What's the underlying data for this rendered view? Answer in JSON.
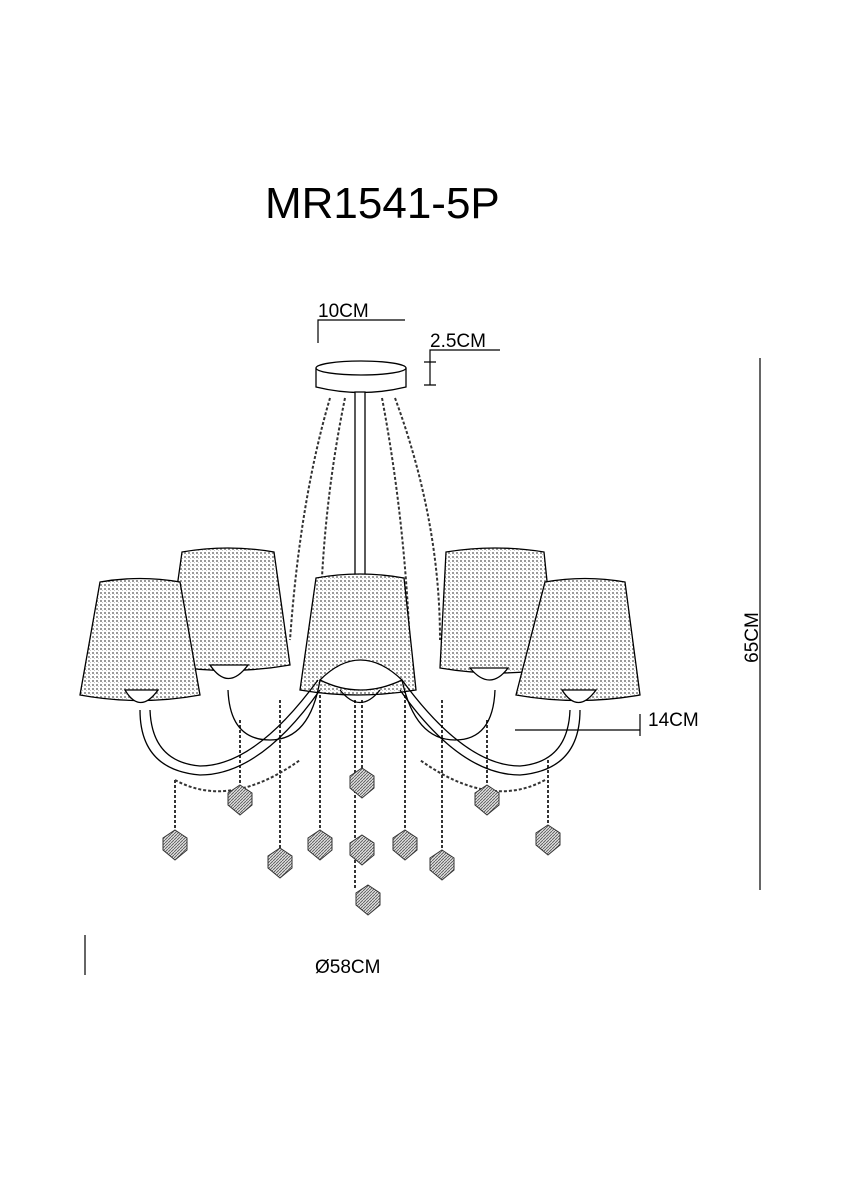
{
  "title": "MR1541-5P",
  "dimensions": {
    "canopy_diameter": "10CM",
    "canopy_height": "2.5CM",
    "total_height": "65CM",
    "shade_height": "14CM",
    "diameter": "Ø58CM"
  }
}
